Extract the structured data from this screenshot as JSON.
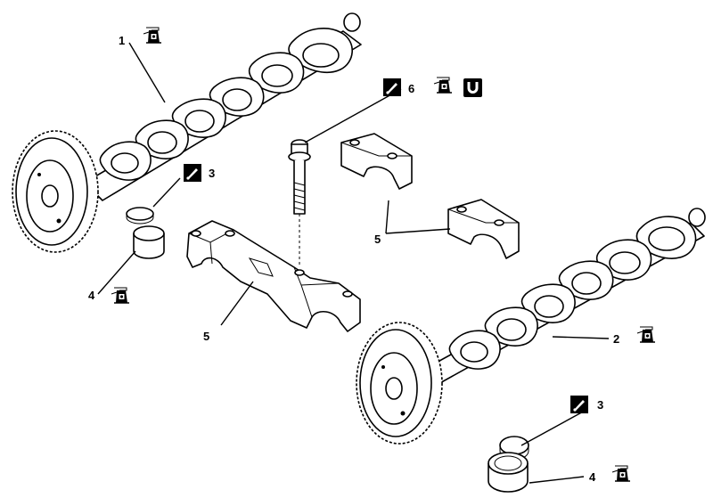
{
  "diagram": {
    "callouts": [
      {
        "id": "c1",
        "number": "1",
        "icons": [
          "oil-can-icon"
        ]
      },
      {
        "id": "c2",
        "number": "2",
        "icons": [
          "oil-can-icon"
        ]
      },
      {
        "id": "c3a",
        "number": "3",
        "icons": [
          "sealant-icon"
        ]
      },
      {
        "id": "c3b",
        "number": "3",
        "icons": [
          "sealant-icon"
        ]
      },
      {
        "id": "c4a",
        "number": "4",
        "icons": [
          "oil-can-icon"
        ]
      },
      {
        "id": "c4b",
        "number": "4",
        "icons": [
          "oil-can-icon"
        ]
      },
      {
        "id": "c5a",
        "number": "5",
        "icons": []
      },
      {
        "id": "c5b",
        "number": "5",
        "icons": []
      },
      {
        "id": "c6",
        "number": "6",
        "icons": [
          "sealant-icon",
          "oil-can-icon",
          "torque-icon"
        ]
      }
    ],
    "parts": [
      "camshaft-1",
      "camshaft-2",
      "bearing-cap-bolt",
      "camshaft-bearing-cap",
      "camshaft-bearing-cap-pair",
      "camshaft-carrier",
      "tappet-shim",
      "tappet-bucket"
    ]
  }
}
